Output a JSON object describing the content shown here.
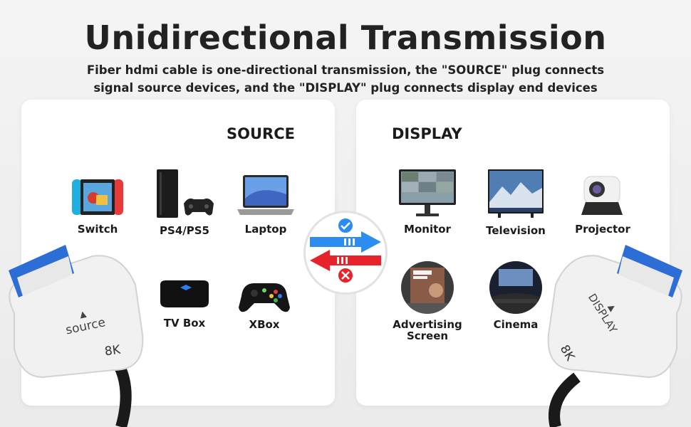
{
  "header": {
    "title": "Unidirectional Transmission",
    "subtitle_line1": "Fiber hdmi cable is one-directional transmission, the \"SOURCE\" plug connects",
    "subtitle_line2": "signal source devices, and the \"DISPLAY\" plug connects display end devices"
  },
  "source_panel": {
    "heading": "SOURCE",
    "devices": [
      {
        "label": "Switch",
        "icon": "switch-console-icon"
      },
      {
        "label": "PS4/PS5",
        "icon": "playstation-icon"
      },
      {
        "label": "Laptop",
        "icon": "laptop-icon"
      },
      {
        "label": "TV Box",
        "icon": "tv-box-icon"
      },
      {
        "label": "XBox",
        "icon": "xbox-controller-icon"
      }
    ],
    "plug": {
      "marker": "▲",
      "label": "source",
      "resolution": "8K"
    }
  },
  "display_panel": {
    "heading": "DISPLAY",
    "devices": [
      {
        "label": "Monitor",
        "icon": "monitor-icon"
      },
      {
        "label": "Television",
        "icon": "television-icon"
      },
      {
        "label": "Projector",
        "icon": "projector-icon"
      },
      {
        "label": "Advertising Screen",
        "icon": "advertising-screen-icon"
      },
      {
        "label": "Cinema",
        "icon": "cinema-icon"
      }
    ],
    "plug": {
      "marker": "▲",
      "label": "DISPLAY",
      "resolution": "8K"
    }
  },
  "direction_badge": {
    "ok_icon": "check-icon",
    "no_icon": "cross-icon"
  },
  "colors": {
    "accent_blue": "#1e5bd8",
    "accent_cyan": "#29c1ef",
    "check_blue": "#2c8cf0",
    "cross_red": "#e8222b"
  }
}
